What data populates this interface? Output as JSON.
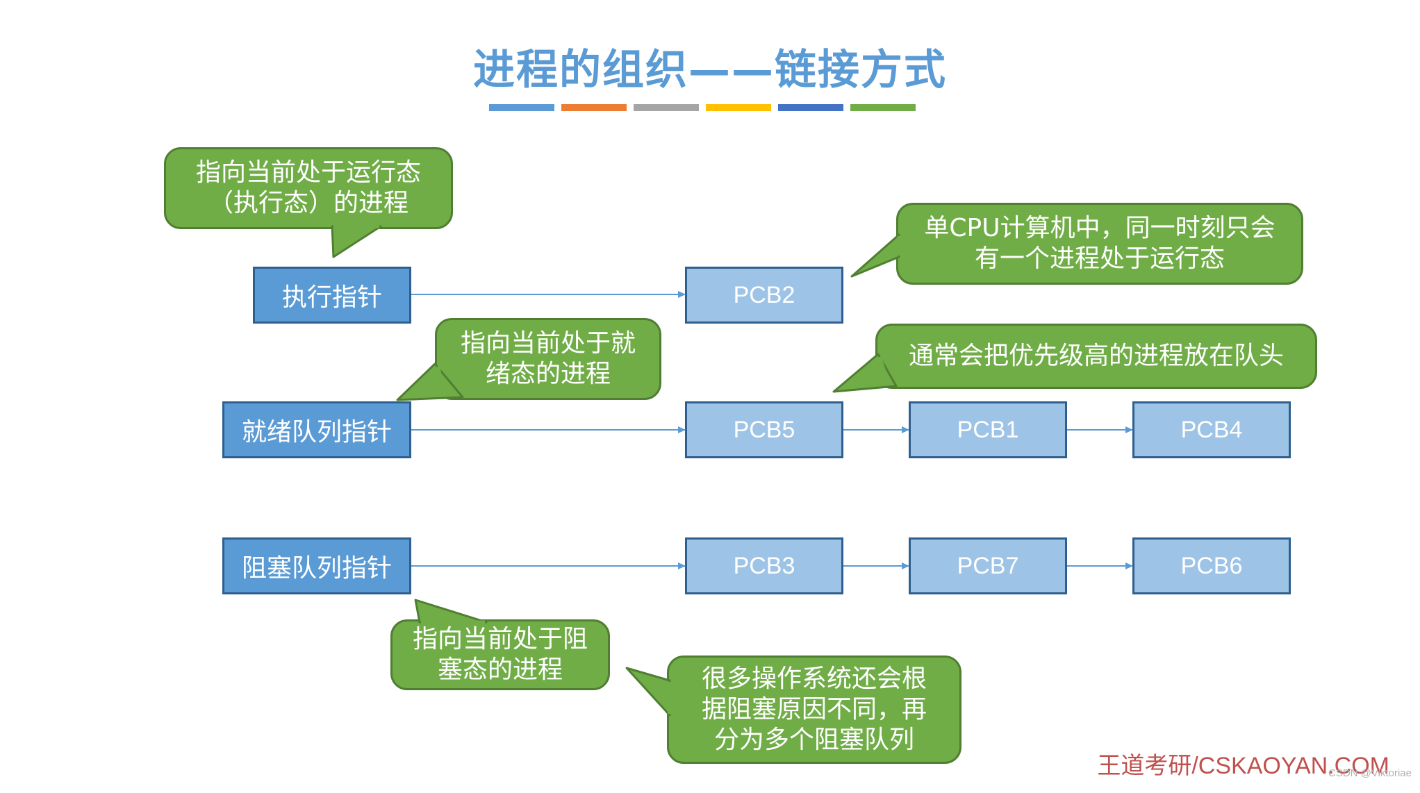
{
  "title": "进程的组织——链接方式",
  "title_bar_colors": [
    "#5b9bd5",
    "#ed7d31",
    "#a5a5a5",
    "#ffc000",
    "#4472c4",
    "#70ad47"
  ],
  "colors": {
    "pointer_fill": "#5b9bd5",
    "pcb_fill": "#9dc3e6",
    "node_border": "#2e5f8f",
    "callout_fill": "#70ad47",
    "arrow": "#5b9bd5"
  },
  "pointers": {
    "running": "执行指针",
    "ready": "就绪队列指针",
    "blocked": "阻塞队列指针"
  },
  "pcbs": {
    "running": [
      "PCB2"
    ],
    "ready": [
      "PCB5",
      "PCB1",
      "PCB4"
    ],
    "blocked": [
      "PCB3",
      "PCB7",
      "PCB6"
    ]
  },
  "callouts": {
    "running_pointer": [
      "指向当前处于运行态",
      "（执行态）的进程"
    ],
    "single_cpu": [
      "单CPU计算机中，同一时刻只会",
      "有一个进程处于运行态"
    ],
    "ready_pointer": [
      "指向当前处于就",
      "绪态的进程"
    ],
    "priority": [
      "通常会把优先级高的进程放在队头"
    ],
    "blocked_pointer": [
      "指向当前处于阻",
      "塞态的进程"
    ],
    "multi_blocked": [
      "很多操作系统还会根",
      "据阻塞原因不同，再",
      "分为多个阻塞队列"
    ]
  },
  "footer": "王道考研/CSKAOYAN.COM",
  "watermark": "CSDN @Viktoriae"
}
